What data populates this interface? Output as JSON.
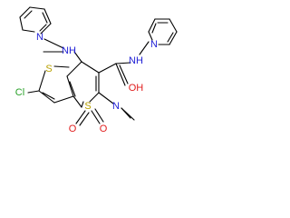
{
  "atoms": {
    "amine_nh": "NH",
    "left_pyridine_n": "N",
    "right_pyridine_n": "N",
    "amide_nh": "NH",
    "hydroxyl": "OH",
    "thiophene_s": "S",
    "chloro": "Cl",
    "ring_n": "N",
    "methyl": "CH3",
    "sulfonyl_s": "S",
    "sulfonyl_o_left": "O",
    "sulfonyl_o_right": "O"
  },
  "colors": {
    "bond": "#000000",
    "nitrogen": "#1f1fd6",
    "oxygen": "#e01c1c",
    "sulfur": "#b8a000",
    "chlorine": "#27a027",
    "carbon": "#000000"
  }
}
